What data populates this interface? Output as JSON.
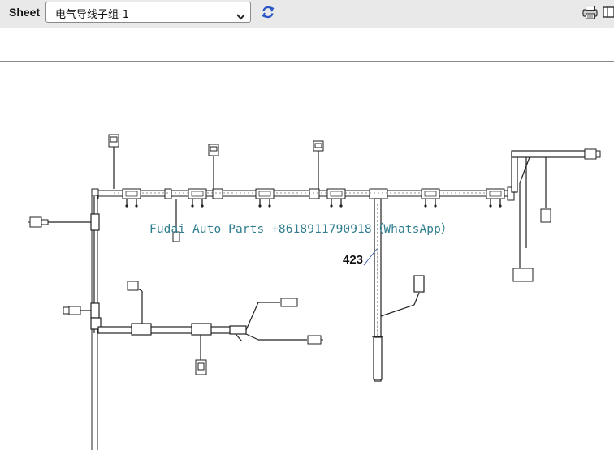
{
  "toolbar": {
    "sheet_label": "Sheet",
    "sheet_select_value": "电气导线子组-1",
    "refresh_icon": "refresh-icon",
    "print_icon": "printer-icon",
    "expand_icon": "panel-icon"
  },
  "drawing": {
    "watermark": "Fudai Auto Parts +8618911790918（WhatsApp）",
    "callout": "423",
    "line_color": "#222222",
    "watermark_color": "#2f7d8d"
  }
}
